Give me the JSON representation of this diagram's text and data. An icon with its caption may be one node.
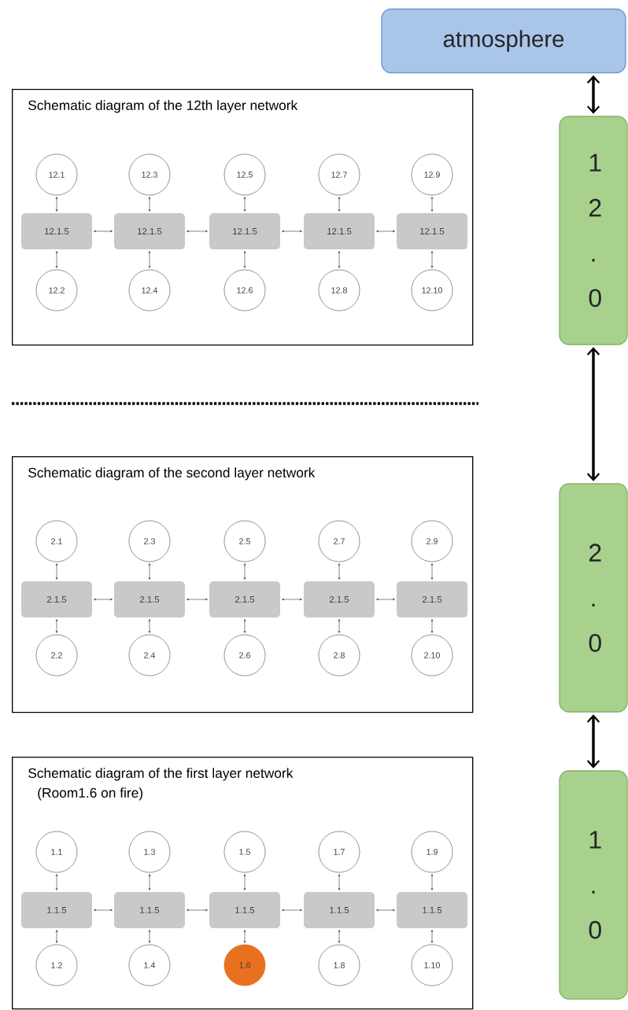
{
  "diagram": {
    "nodes": [
      {
        "text": [
          "atmosphere"
        ]
      },
      {
        "text": [
          "1 2 . 0"
        ]
      },
      {
        "text": [
          "2 . 0"
        ]
      },
      {
        "text": [
          "1 . 0"
        ]
      },
      {
        "text": [
          "Schematic diagram of the 12th layer network"
        ]
      },
      {
        "text": [
          "12.1"
        ],
        "in": 4
      },
      {
        "text": [
          "12.3"
        ],
        "in": 4
      },
      {
        "text": [
          "12.5"
        ],
        "in": 4
      },
      {
        "text": [
          "12.7"
        ],
        "in": 4
      },
      {
        "text": [
          "12.9"
        ],
        "in": 4
      },
      {
        "text": [
          "12.1.5"
        ],
        "in": 4
      },
      {
        "text": [
          "12.1.5"
        ],
        "in": 4
      },
      {
        "text": [
          "12.1.5"
        ],
        "in": 4
      },
      {
        "text": [
          "12.1.5"
        ],
        "in": 4
      },
      {
        "text": [
          "12.1.5"
        ],
        "in": 4
      },
      {
        "text": [
          "12.2"
        ],
        "in": 4
      },
      {
        "text": [
          "12.4"
        ],
        "in": 4
      },
      {
        "text": [
          "12.6"
        ],
        "in": 4
      },
      {
        "text": [
          "12.8"
        ],
        "in": 4
      },
      {
        "text": [
          "12.10"
        ],
        "in": 4
      },
      {
        "text": [
          "Schematic diagram of the second layer network"
        ]
      },
      {
        "text": [
          "2.1"
        ],
        "in": 20
      },
      {
        "text": [
          "2.3"
        ],
        "in": 20
      },
      {
        "text": [
          "2.5"
        ],
        "in": 20
      },
      {
        "text": [
          "2.7"
        ],
        "in": 20
      },
      {
        "text": [
          "2.9"
        ],
        "in": 20
      },
      {
        "text": [
          "2.1.5"
        ],
        "in": 20
      },
      {
        "text": [
          "2.1.5"
        ],
        "in": 20
      },
      {
        "text": [
          "2.1.5"
        ],
        "in": 20
      },
      {
        "text": [
          "2.1.5"
        ],
        "in": 20
      },
      {
        "text": [
          "2.1.5"
        ],
        "in": 20
      },
      {
        "text": [
          "2.2"
        ],
        "in": 20
      },
      {
        "text": [
          "2.4"
        ],
        "in": 20
      },
      {
        "text": [
          "2.6"
        ],
        "in": 20
      },
      {
        "text": [
          "2.8"
        ],
        "in": 20
      },
      {
        "text": [
          "2.10"
        ],
        "in": 20
      },
      {
        "text": [
          "Schematic diagram of the first layer network",
          "(Room1.6 on fire)"
        ]
      },
      {
        "text": [
          "1.1"
        ],
        "in": 36
      },
      {
        "text": [
          "1.3"
        ],
        "in": 36
      },
      {
        "text": [
          "1.5"
        ],
        "in": 36
      },
      {
        "text": [
          "1.7"
        ],
        "in": 36
      },
      {
        "text": [
          "1.9"
        ],
        "in": 36
      },
      {
        "text": [
          "1.1.5"
        ],
        "in": 36
      },
      {
        "text": [
          "1.1.5"
        ],
        "in": 36
      },
      {
        "text": [
          "1.1.5"
        ],
        "in": 36
      },
      {
        "text": [
          "1.1.5"
        ],
        "in": 36
      },
      {
        "text": [
          "1.1.5"
        ],
        "in": 36
      },
      {
        "text": [
          "1.2"
        ],
        "in": 36
      },
      {
        "text": [
          "1.4"
        ],
        "in": 36
      },
      {
        "text": [
          "1.6"
        ],
        "in": 36
      },
      {
        "text": [
          "1.8"
        ],
        "in": 36
      },
      {
        "text": [
          "1.10"
        ],
        "in": 36
      }
    ],
    "edges": [
      {
        "from": 0,
        "to": 1,
        "arrow": "both",
        "style": "thick"
      },
      {
        "from": 1,
        "to": 2,
        "arrow": "both",
        "style": "thick"
      },
      {
        "from": 2,
        "to": 3,
        "arrow": "both",
        "style": "thick"
      },
      {
        "from": 5,
        "to": 10,
        "arrow": "both"
      },
      {
        "from": 6,
        "to": 11,
        "arrow": "both"
      },
      {
        "from": 7,
        "to": 12,
        "arrow": "both"
      },
      {
        "from": 8,
        "to": 13,
        "arrow": "both"
      },
      {
        "from": 9,
        "to": 14,
        "arrow": "both"
      },
      {
        "from": 10,
        "to": 11,
        "arrow": "both"
      },
      {
        "from": 11,
        "to": 12,
        "arrow": "both"
      },
      {
        "from": 12,
        "to": 13,
        "arrow": "both"
      },
      {
        "from": 13,
        "to": 14,
        "arrow": "both"
      },
      {
        "from": 10,
        "to": 15,
        "arrow": "both"
      },
      {
        "from": 11,
        "to": 16,
        "arrow": "both"
      },
      {
        "from": 12,
        "to": 17,
        "arrow": "both"
      },
      {
        "from": 13,
        "to": 18,
        "arrow": "both"
      },
      {
        "from": 14,
        "to": 19,
        "arrow": "both"
      },
      {
        "from": 21,
        "to": 26,
        "arrow": "both"
      },
      {
        "from": 22,
        "to": 27,
        "arrow": "both"
      },
      {
        "from": 23,
        "to": 28,
        "arrow": "both"
      },
      {
        "from": 24,
        "to": 29,
        "arrow": "both"
      },
      {
        "from": 25,
        "to": 30,
        "arrow": "both"
      },
      {
        "from": 26,
        "to": 27,
        "arrow": "both"
      },
      {
        "from": 27,
        "to": 28,
        "arrow": "both"
      },
      {
        "from": 28,
        "to": 29,
        "arrow": "both"
      },
      {
        "from": 29,
        "to": 30,
        "arrow": "both"
      },
      {
        "from": 26,
        "to": 31,
        "arrow": "both"
      },
      {
        "from": 27,
        "to": 32,
        "arrow": "both"
      },
      {
        "from": 28,
        "to": 33,
        "arrow": "both"
      },
      {
        "from": 29,
        "to": 34,
        "arrow": "both"
      },
      {
        "from": 30,
        "to": 35,
        "arrow": "both"
      },
      {
        "from": 37,
        "to": 42,
        "arrow": "both"
      },
      {
        "from": 38,
        "to": 43,
        "arrow": "both"
      },
      {
        "from": 39,
        "to": 44,
        "arrow": "both"
      },
      {
        "from": 40,
        "to": 45,
        "arrow": "both"
      },
      {
        "from": 41,
        "to": 46,
        "arrow": "both"
      },
      {
        "from": 42,
        "to": 43,
        "arrow": "both"
      },
      {
        "from": 43,
        "to": 44,
        "arrow": "both"
      },
      {
        "from": 44,
        "to": 45,
        "arrow": "both"
      },
      {
        "from": 45,
        "to": 46,
        "arrow": "both"
      },
      {
        "from": 42,
        "to": 47,
        "arrow": "both"
      },
      {
        "from": 43,
        "to": 48,
        "arrow": "both"
      },
      {
        "from": 44,
        "to": 49,
        "arrow": "both"
      },
      {
        "from": 45,
        "to": 50,
        "arrow": "both"
      },
      {
        "from": 46,
        "to": 51,
        "arrow": "both"
      }
    ]
  }
}
